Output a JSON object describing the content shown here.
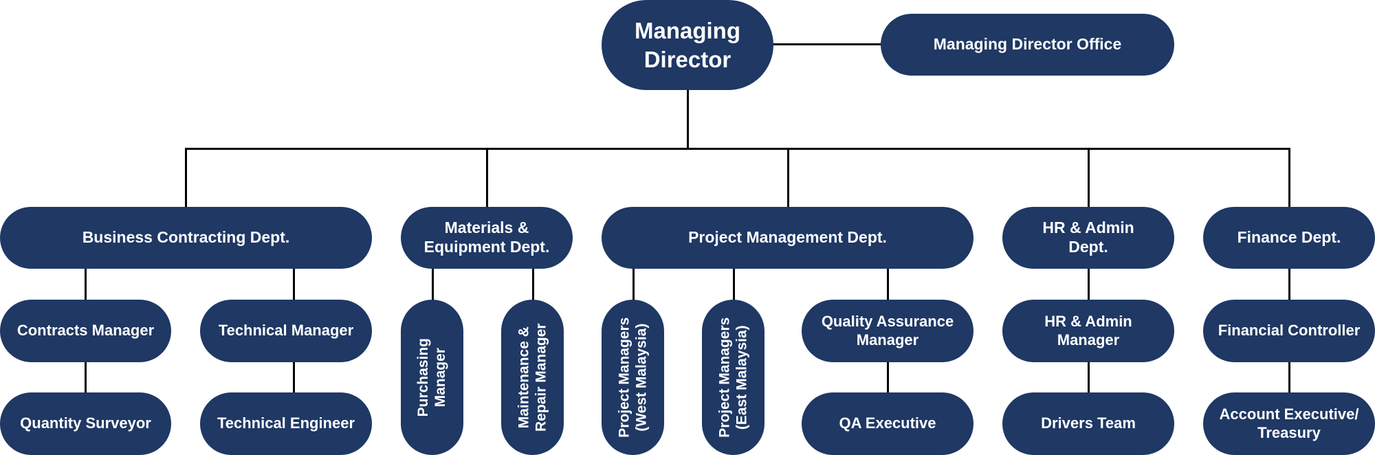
{
  "colors": {
    "node_fill": "#1f3864",
    "node_text": "#ffffff",
    "connector": "#000000"
  },
  "nodes": {
    "md": "Managing\nDirector",
    "md_office": "Managing Director Office",
    "business": "Business Contracting Dept.",
    "materials": "Materials &\nEquipment Dept.",
    "pm": "Project Management Dept.",
    "hr": "HR & Admin\nDept.",
    "finance": "Finance Dept.",
    "contracts_mgr": "Contracts Manager",
    "tech_mgr": "Technical Manager",
    "qty_surveyor": "Quantity Surveyor",
    "tech_engineer": "Technical Engineer",
    "purchasing_mgr": "Purchasing\nManager",
    "maint_mgr": "Maintenance &\nRepair Manager",
    "pm_west": "Project Managers\n(West Malaysia)",
    "pm_east": "Project Managers\n(East Malaysia)",
    "qa_mgr": "Quality Assurance\nManager",
    "qa_exec": "QA Executive",
    "hr_mgr": "HR & Admin\nManager",
    "drivers": "Drivers Team",
    "fin_controller": "Financial Controller",
    "acct_exec": "Account Executive/\nTreasury"
  }
}
